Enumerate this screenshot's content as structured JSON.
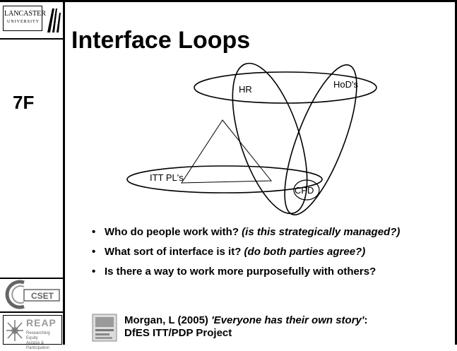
{
  "sidebar": {
    "logo_line1": "LANCASTER",
    "logo_line2": "UNIVERSITY",
    "session_tag": "7F",
    "reap_logo_text": "REAP",
    "reap_logo_sub1": "Researching Equity",
    "reap_logo_sub2": "Access & Participation",
    "cset_logo_text": "CSET"
  },
  "slide": {
    "title": "Interface Loops"
  },
  "diagram": {
    "labels": {
      "hr": "HR",
      "hods": "HoD's",
      "itt": "ITT PL's",
      "cpd": "CPD"
    }
  },
  "bullets": [
    {
      "main": "Who do people work with? ",
      "note": "(is this strategically managed?)"
    },
    {
      "main": "What sort of interface is it? ",
      "note": "(do both parties agree?)"
    },
    {
      "main": "Is there a way to work more purposefully with others?",
      "note": ""
    }
  ],
  "reference": {
    "author": "Morgan, L (2005) ",
    "title": "'Everyone has their own story'",
    "colon": ":",
    "line2": "DfES ITT/PDP Project"
  },
  "bullet_glyph": "•"
}
